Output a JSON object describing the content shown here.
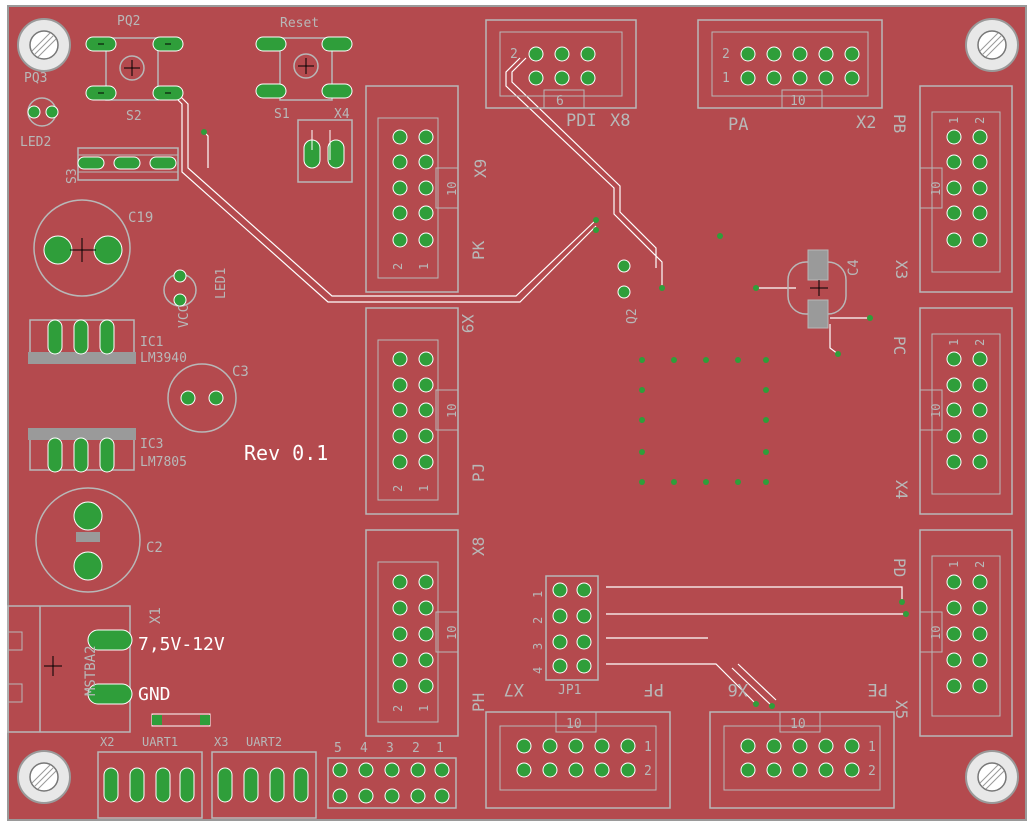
{
  "colors": {
    "board": "#b44a4e",
    "silk": "#b8b8b8",
    "pad": "#2f9e3a",
    "trace": "#ffffff",
    "edge": "#9a9a9a"
  },
  "labels": {
    "pq2": "PQ2",
    "pq3": "PQ3",
    "led2": "LED2",
    "s2": "S2",
    "reset": "Reset",
    "s1": "S1",
    "x4": "X4",
    "s3": "S3",
    "c19": "C19",
    "vcc": "VCC",
    "led1": "LED1",
    "ic1": "IC1",
    "lm3940": "LM3940",
    "c3": "C3",
    "ic3": "IC3",
    "lm7805": "LM7805",
    "c2": "C2",
    "x1": "X1",
    "mstba2": "MSTBA2",
    "vin": "7,5V-12V",
    "gnd": "GND",
    "uart_x2": "X2",
    "uart1": "UART1",
    "uart_x3": "X3",
    "uart2": "UART2",
    "pdi": "PDI",
    "x8_top": "X8",
    "pa": "PA",
    "x2_top": "X2",
    "pb": "PB",
    "x3": "X3",
    "pc": "PC",
    "x4_right": "X4",
    "pd": "PD",
    "x5": "X5",
    "pk": "PK",
    "x9": "X9",
    "pj": "PJ",
    "x9b": "X9",
    "ph": "PH",
    "x8b": "X8",
    "jp1": "JP1",
    "pf": "PF",
    "x7": "X7",
    "pe": "PE",
    "x6": "X6",
    "q2": "Q2",
    "c4": "C4",
    "rev": "Rev 0.1",
    "hdr_10": "10",
    "hdr_6": "6",
    "pin1": "1",
    "pin2": "2",
    "pin3": "3",
    "pin4": "4",
    "pin5": "5"
  }
}
